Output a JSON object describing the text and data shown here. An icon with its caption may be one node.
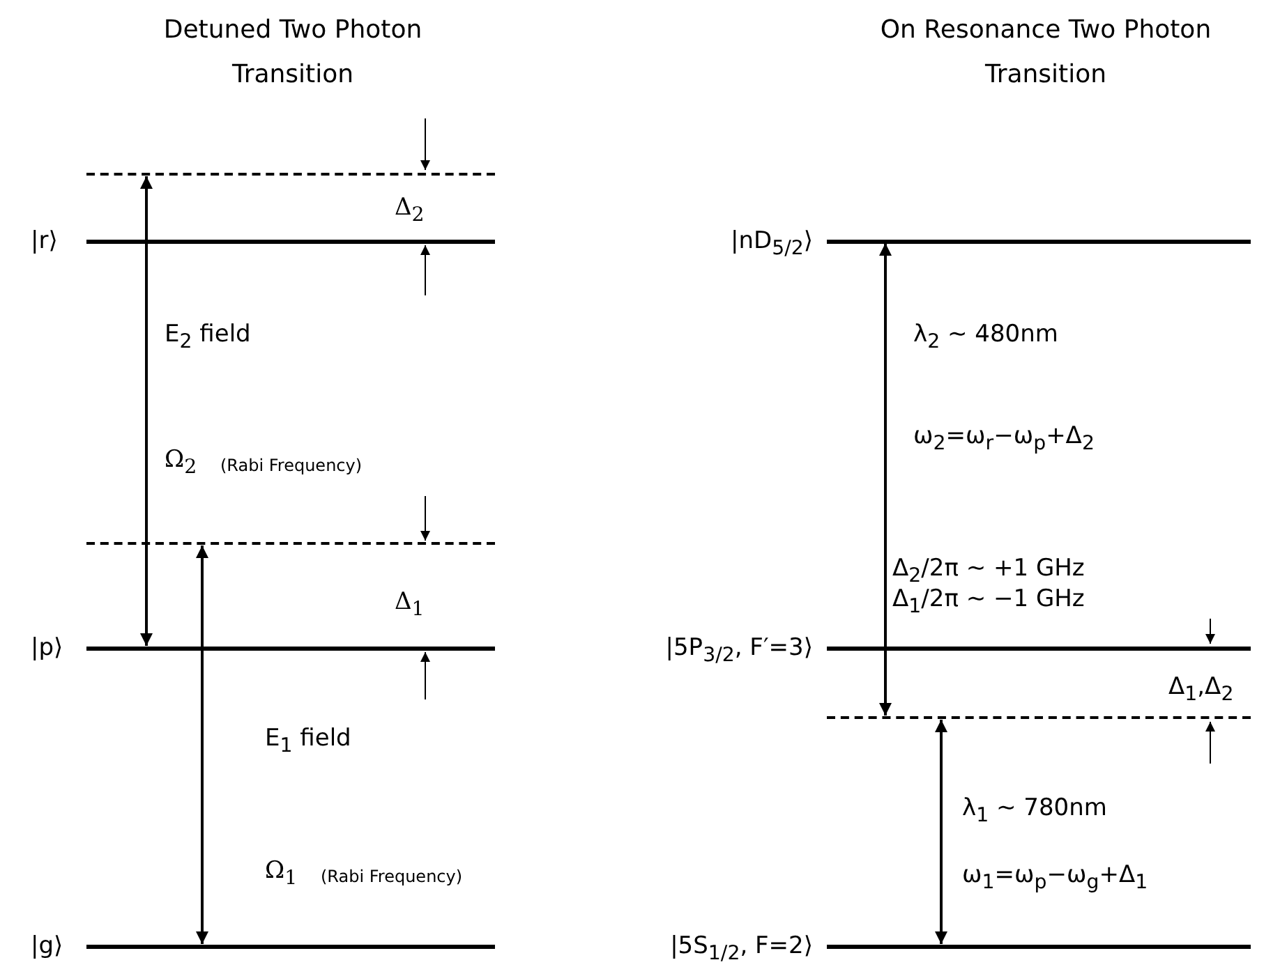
{
  "diagram": {
    "nodes": [
      {
        "text": [],
        "shape": "bar"
      },
      {
        "text": [
          "|r⟩"
        ]
      },
      {
        "text": [],
        "shape": "bar"
      },
      {
        "text": [
          "|p⟩"
        ]
      },
      {
        "text": [
          "|g⟩"
        ]
      },
      {
        "text": [
          "|nD$_{5/2}$⟩"
        ]
      },
      {
        "text": [
          "|5P$_{3/2}$, F′=3⟩"
        ]
      },
      {
        "text": [],
        "shape": "bar"
      },
      {
        "text": [
          "|5S$_{1/2}$, F=2⟩"
        ]
      }
    ],
    "edges": [
      {
        "from": 3,
        "to": 0,
        "arrow": "both"
      },
      {
        "from": 4,
        "to": 2,
        "arrow": "both"
      },
      {
        "from": 5,
        "to": 7,
        "arrow": "both"
      },
      {
        "from": 8,
        "to": 7,
        "arrow": "both"
      }
    ],
    "labels": [
      "Detuned Two Photon Transition",
      "On Resonance Two Photon Transition",
      "Δ$_{2}$",
      "E$_{2}$ field",
      "Ω$_{2}$",
      "(Rabi Frequency)",
      "Δ$_{1}$",
      "E$_{1}$ field",
      "Ω$_{1}$",
      "(Rabi Frequency)",
      "λ$_{2}$ ~ 480nm",
      "ω$_{2}$=ω$_{r}$−ω$_{p}$+Δ$_{2}$",
      "Δ$_{2}$/2π ~ +1 GHz",
      "Δ$_{1}$/2π ~ −1 GHz",
      "Δ$_{1}$,Δ$_{2}$",
      "λ$_{1}$ ~ 780nm",
      "ω$_{1}$=ω$_{p}$−ω$_{g}$+Δ$_{1}$"
    ]
  }
}
